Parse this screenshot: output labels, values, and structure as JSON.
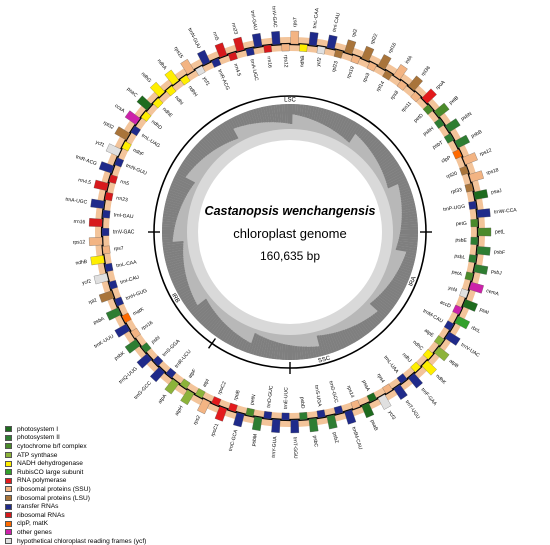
{
  "map": {
    "species": "Castanopsis wenchangensis",
    "genome_label": "chloroplast genome",
    "size_label": "160,635 bp",
    "region_labels": [
      "LSC",
      "SSC",
      "IRA",
      "IRB"
    ]
  },
  "legend": [
    {
      "label": "photosystem I",
      "color": "#1e6b1e"
    },
    {
      "label": "photosystem II",
      "color": "#2e7d32"
    },
    {
      "label": "cytochrome b/f complex",
      "color": "#4a8a2a"
    },
    {
      "label": "ATP synthase",
      "color": "#8cb33a"
    },
    {
      "label": "NADH dehydrogenase",
      "color": "#ffee00"
    },
    {
      "label": "RubisCO large subunit",
      "color": "#33a02c"
    },
    {
      "label": "RNA polymerase",
      "color": "#e31a1c"
    },
    {
      "label": "ribosomal proteins (SSU)",
      "color": "#f3b483"
    },
    {
      "label": "ribosomal proteins (LSU)",
      "color": "#a9743a"
    },
    {
      "label": "transfer RNAs",
      "color": "#1f2a8a"
    },
    {
      "label": "ribosomal RNAs",
      "color": "#d7191c"
    },
    {
      "label": "clpP, matK",
      "color": "#ff6a00"
    },
    {
      "label": "other genes",
      "color": "#cc22aa"
    },
    {
      "label": "hypothetical chloroplast reading frames (ycf)",
      "color": "#e0e0e0"
    }
  ],
  "genes": [
    {
      "name": "rps7",
      "color": "#f3b483"
    },
    {
      "name": "ndhB",
      "color": "#ffee00"
    },
    {
      "name": "trnL-CAA",
      "color": "#1f2a8a"
    },
    {
      "name": "ycf2",
      "color": "#e0e0e0"
    },
    {
      "name": "trnI-CAU",
      "color": "#1f2a8a"
    },
    {
      "name": "rpl23",
      "color": "#a9743a"
    },
    {
      "name": "rpl2",
      "color": "#a9743a"
    },
    {
      "name": "rps19",
      "color": "#f3b483"
    },
    {
      "name": "rpl22",
      "color": "#a9743a"
    },
    {
      "name": "rps3",
      "color": "#f3b483"
    },
    {
      "name": "rpl16",
      "color": "#a9743a"
    },
    {
      "name": "rpl14",
      "color": "#a9743a"
    },
    {
      "name": "infA",
      "color": "#f3b483"
    },
    {
      "name": "rps8",
      "color": "#f3b483"
    },
    {
      "name": "rpl36",
      "color": "#a9743a"
    },
    {
      "name": "rps11",
      "color": "#f3b483"
    },
    {
      "name": "rpoA",
      "color": "#e31a1c"
    },
    {
      "name": "petD",
      "color": "#4a8a2a"
    },
    {
      "name": "petB",
      "color": "#4a8a2a"
    },
    {
      "name": "psbH",
      "color": "#2e7d32"
    },
    {
      "name": "psbN",
      "color": "#2e7d32"
    },
    {
      "name": "psbT",
      "color": "#2e7d32"
    },
    {
      "name": "psbB",
      "color": "#2e7d32"
    },
    {
      "name": "clpP",
      "color": "#ff6a00"
    },
    {
      "name": "rps12",
      "color": "#f3b483"
    },
    {
      "name": "rpl20",
      "color": "#a9743a"
    },
    {
      "name": "rps18",
      "color": "#f3b483"
    },
    {
      "name": "rpl33",
      "color": "#a9743a"
    },
    {
      "name": "psaJ",
      "color": "#1e6b1e"
    },
    {
      "name": "trnP-UGG",
      "color": "#1f2a8a"
    },
    {
      "name": "trnW-CCA",
      "color": "#1f2a8a"
    },
    {
      "name": "petG",
      "color": "#4a8a2a"
    },
    {
      "name": "petL",
      "color": "#4a8a2a"
    },
    {
      "name": "psbE",
      "color": "#2e7d32"
    },
    {
      "name": "psbF",
      "color": "#2e7d32"
    },
    {
      "name": "psbL",
      "color": "#2e7d32"
    },
    {
      "name": "psbJ",
      "color": "#2e7d32"
    },
    {
      "name": "petA",
      "color": "#4a8a2a"
    },
    {
      "name": "cemA",
      "color": "#cc22aa"
    },
    {
      "name": "ycf4",
      "color": "#e0e0e0"
    },
    {
      "name": "psaI",
      "color": "#1e6b1e"
    },
    {
      "name": "accD",
      "color": "#cc22aa"
    },
    {
      "name": "rbcL",
      "color": "#33a02c"
    },
    {
      "name": "trnM-CAU",
      "color": "#1f2a8a"
    },
    {
      "name": "trnV-UAC",
      "color": "#1f2a8a"
    },
    {
      "name": "atpE",
      "color": "#8cb33a"
    },
    {
      "name": "atpB",
      "color": "#8cb33a"
    },
    {
      "name": "ndhC",
      "color": "#ffee00"
    },
    {
      "name": "ndhK",
      "color": "#ffee00"
    },
    {
      "name": "ndhJ",
      "color": "#ffee00"
    },
    {
      "name": "trnF-GAA",
      "color": "#1f2a8a"
    },
    {
      "name": "trnL-UAA",
      "color": "#1f2a8a"
    },
    {
      "name": "trnT-UGU",
      "color": "#1f2a8a"
    },
    {
      "name": "rps4",
      "color": "#f3b483"
    },
    {
      "name": "ycf3",
      "color": "#e0e0e0"
    },
    {
      "name": "psaA",
      "color": "#1e6b1e"
    },
    {
      "name": "psaB",
      "color": "#1e6b1e"
    },
    {
      "name": "rps14",
      "color": "#f3b483"
    },
    {
      "name": "trnfM-CAU",
      "color": "#1f2a8a"
    },
    {
      "name": "trnG-GCC",
      "color": "#1f2a8a"
    },
    {
      "name": "psbZ",
      "color": "#2e7d32"
    },
    {
      "name": "trnS-UGA",
      "color": "#1f2a8a"
    },
    {
      "name": "psbC",
      "color": "#2e7d32"
    },
    {
      "name": "psbD",
      "color": "#2e7d32"
    },
    {
      "name": "trnT-GGU",
      "color": "#1f2a8a"
    },
    {
      "name": "trnE-UUC",
      "color": "#1f2a8a"
    },
    {
      "name": "trnY-GUA",
      "color": "#1f2a8a"
    },
    {
      "name": "trnD-GUC",
      "color": "#1f2a8a"
    },
    {
      "name": "psbM",
      "color": "#2e7d32"
    },
    {
      "name": "petN",
      "color": "#4a8a2a"
    },
    {
      "name": "trnC-GCA",
      "color": "#1f2a8a"
    },
    {
      "name": "rpoB",
      "color": "#e31a1c"
    },
    {
      "name": "rpoC1",
      "color": "#e31a1c"
    },
    {
      "name": "rpoC2",
      "color": "#e31a1c"
    },
    {
      "name": "rps2",
      "color": "#f3b483"
    },
    {
      "name": "atpI",
      "color": "#8cb33a"
    },
    {
      "name": "atpH",
      "color": "#8cb33a"
    },
    {
      "name": "atpF",
      "color": "#8cb33a"
    },
    {
      "name": "atpA",
      "color": "#8cb33a"
    },
    {
      "name": "trnR-UCU",
      "color": "#1f2a8a"
    },
    {
      "name": "trnG-GCC",
      "color": "#1f2a8a"
    },
    {
      "name": "trnS-GGA",
      "color": "#1f2a8a"
    },
    {
      "name": "trnQ-UUG",
      "color": "#1f2a8a"
    },
    {
      "name": "psbI",
      "color": "#2e7d32"
    },
    {
      "name": "psbK",
      "color": "#2e7d32"
    },
    {
      "name": "rps16",
      "color": "#f3b483"
    },
    {
      "name": "trnK-UUU",
      "color": "#1f2a8a"
    },
    {
      "name": "matK",
      "color": "#ff6a00"
    },
    {
      "name": "psbA",
      "color": "#2e7d32"
    },
    {
      "name": "trnH-GUG",
      "color": "#1f2a8a"
    },
    {
      "name": "rpl2",
      "color": "#a9743a"
    },
    {
      "name": "trnI-CAU",
      "color": "#1f2a8a"
    },
    {
      "name": "ycf2",
      "color": "#e0e0e0"
    },
    {
      "name": "trnL-CAA",
      "color": "#1f2a8a"
    },
    {
      "name": "ndhB",
      "color": "#ffee00"
    },
    {
      "name": "rps7",
      "color": "#f3b483"
    },
    {
      "name": "rps12",
      "color": "#f3b483"
    },
    {
      "name": "trnV-GAC",
      "color": "#1f2a8a"
    },
    {
      "name": "rrn16",
      "color": "#d7191c"
    },
    {
      "name": "trnI-GAU",
      "color": "#1f2a8a"
    },
    {
      "name": "trnA-UGC",
      "color": "#1f2a8a"
    },
    {
      "name": "rrn23",
      "color": "#d7191c"
    },
    {
      "name": "rrn4.5",
      "color": "#d7191c"
    },
    {
      "name": "rrn5",
      "color": "#d7191c"
    },
    {
      "name": "trnR-ACG",
      "color": "#1f2a8a"
    },
    {
      "name": "trnN-GUU",
      "color": "#1f2a8a"
    },
    {
      "name": "ycf1",
      "color": "#e0e0e0"
    },
    {
      "name": "ndhF",
      "color": "#ffee00"
    },
    {
      "name": "rpl32",
      "color": "#a9743a"
    },
    {
      "name": "trnL-UAG",
      "color": "#1f2a8a"
    },
    {
      "name": "ccsA",
      "color": "#cc22aa"
    },
    {
      "name": "ndhD",
      "color": "#ffee00"
    },
    {
      "name": "psaC",
      "color": "#1e6b1e"
    },
    {
      "name": "ndhE",
      "color": "#ffee00"
    },
    {
      "name": "ndhG",
      "color": "#ffee00"
    },
    {
      "name": "ndhI",
      "color": "#ffee00"
    },
    {
      "name": "ndhA",
      "color": "#ffee00"
    },
    {
      "name": "ndhH",
      "color": "#ffee00"
    },
    {
      "name": "rps15",
      "color": "#f3b483"
    },
    {
      "name": "ycf1",
      "color": "#e0e0e0"
    },
    {
      "name": "trnN-GUU",
      "color": "#1f2a8a"
    },
    {
      "name": "trnR-ACG",
      "color": "#1f2a8a"
    },
    {
      "name": "rrn5",
      "color": "#d7191c"
    },
    {
      "name": "rrn4.5",
      "color": "#d7191c"
    },
    {
      "name": "rrn23",
      "color": "#d7191c"
    },
    {
      "name": "trnA-UGC",
      "color": "#1f2a8a"
    },
    {
      "name": "trnI-GAU",
      "color": "#1f2a8a"
    },
    {
      "name": "rrn16",
      "color": "#d7191c"
    },
    {
      "name": "trnV-GAC",
      "color": "#1f2a8a"
    },
    {
      "name": "rps12",
      "color": "#f3b483"
    }
  ]
}
